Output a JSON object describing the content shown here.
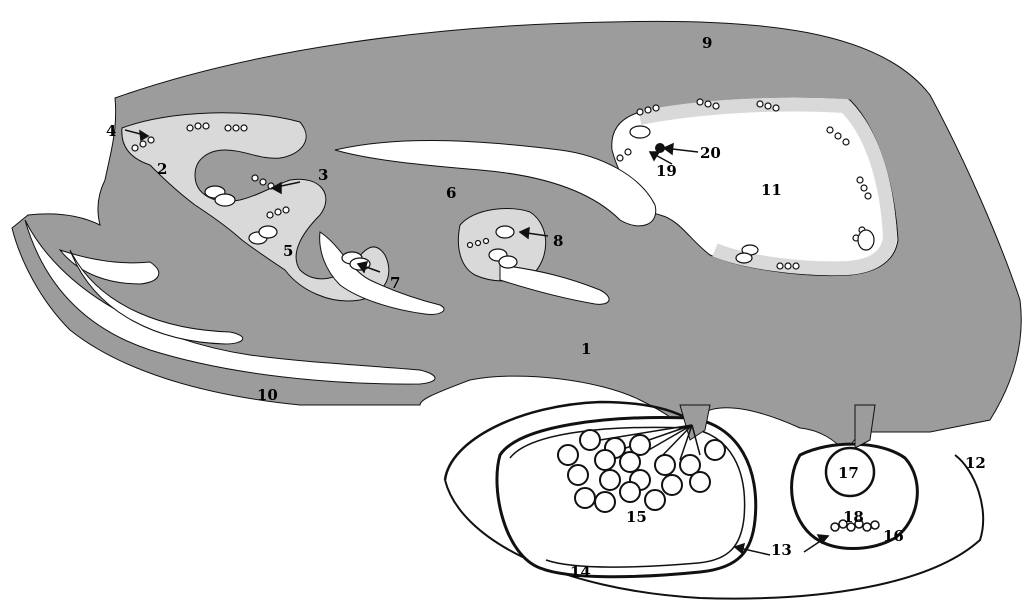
{
  "colors": {
    "tissue": "#9c9c9c",
    "crypt": "#d9d9d9",
    "outline": "#111111",
    "background": "#ffffff"
  },
  "labels": {
    "l1": "1",
    "l2": "2",
    "l3": "3",
    "l4": "4",
    "l5": "5",
    "l6": "6",
    "l7": "7",
    "l8": "8",
    "l9": "9",
    "l10": "10",
    "l11": "11",
    "l12": "12",
    "l13": "13",
    "l14": "14",
    "l15": "15",
    "l16": "16",
    "l17": "17",
    "l18": "18",
    "l19": "19",
    "l20": "20"
  }
}
